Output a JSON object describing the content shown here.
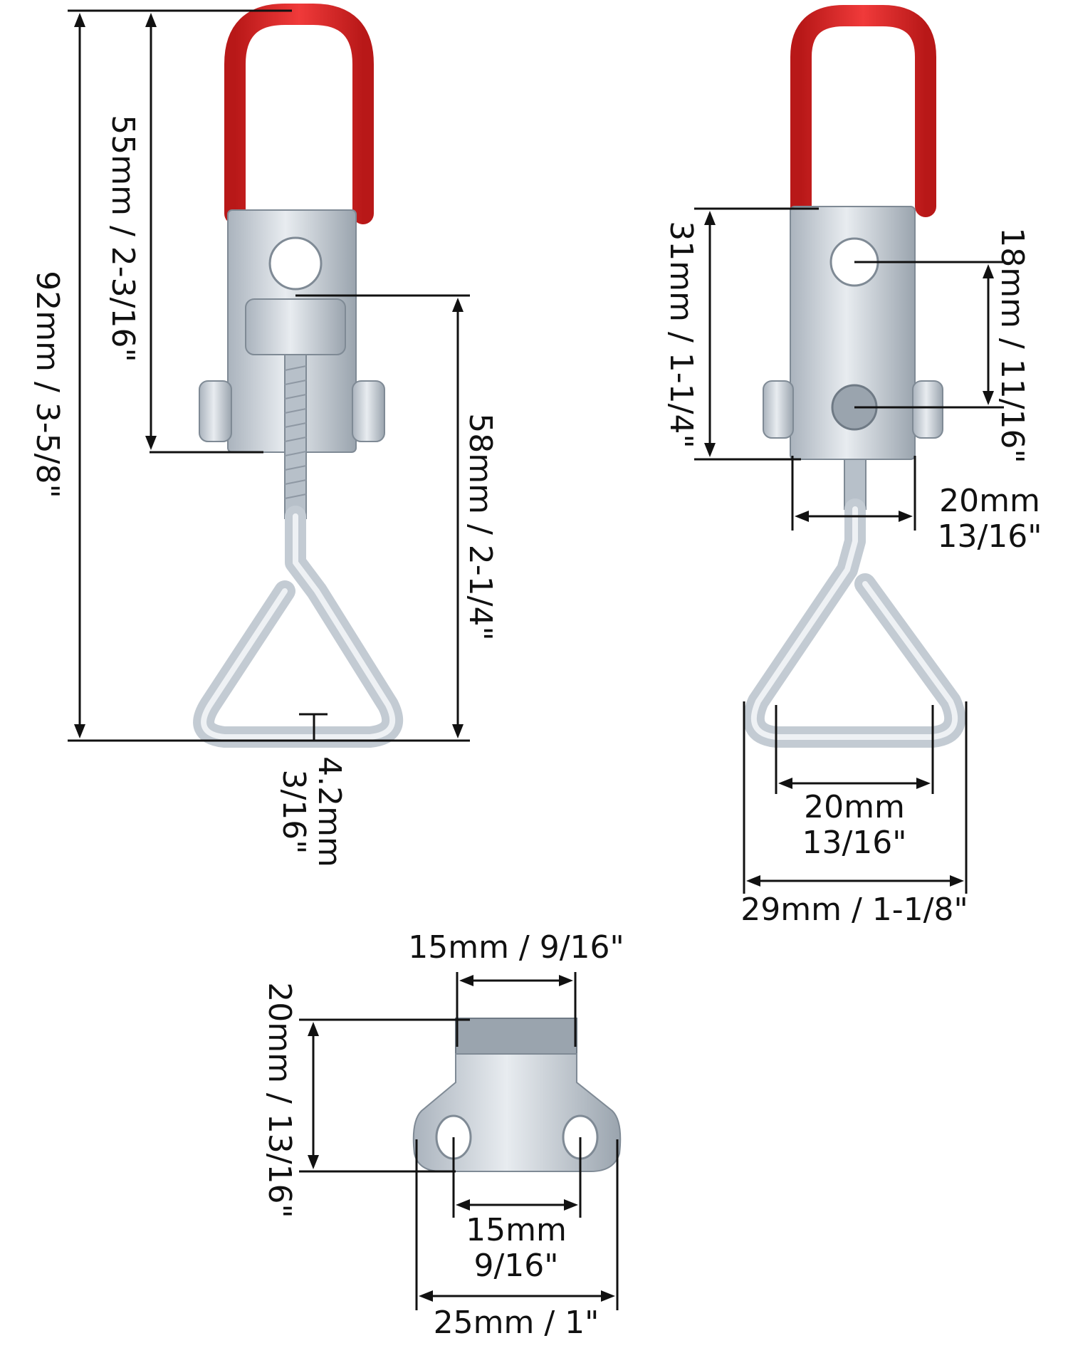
{
  "colors": {
    "handle_red": "#e12a2a",
    "metal": "#c8d0d8",
    "metal_dark": "#8f9aa6",
    "line": "#111111"
  },
  "labels": {
    "total_height": "92mm / 3-5/8\"",
    "handle_height": "55mm / 2-3/16\"",
    "hook_height": "58mm / 2-1/4\"",
    "wire_thickness": "4.2mm",
    "wire_thickness_in": "3/16\"",
    "body_height": "31mm / 1-1/4\"",
    "hole_spacing": "18mm / 11/16\"",
    "body_width_mm": "20mm",
    "body_width_in": "13/16\"",
    "loop_inner_mm": "20mm",
    "loop_inner_in": "13/16\"",
    "loop_outer": "29mm / 1-1/8\"",
    "keeper_top": "15mm / 9/16\"",
    "keeper_height": "20mm / 13/16\"",
    "keeper_holes_mm": "15mm",
    "keeper_holes_in": "9/16\"",
    "keeper_width": "25mm / 1\""
  }
}
